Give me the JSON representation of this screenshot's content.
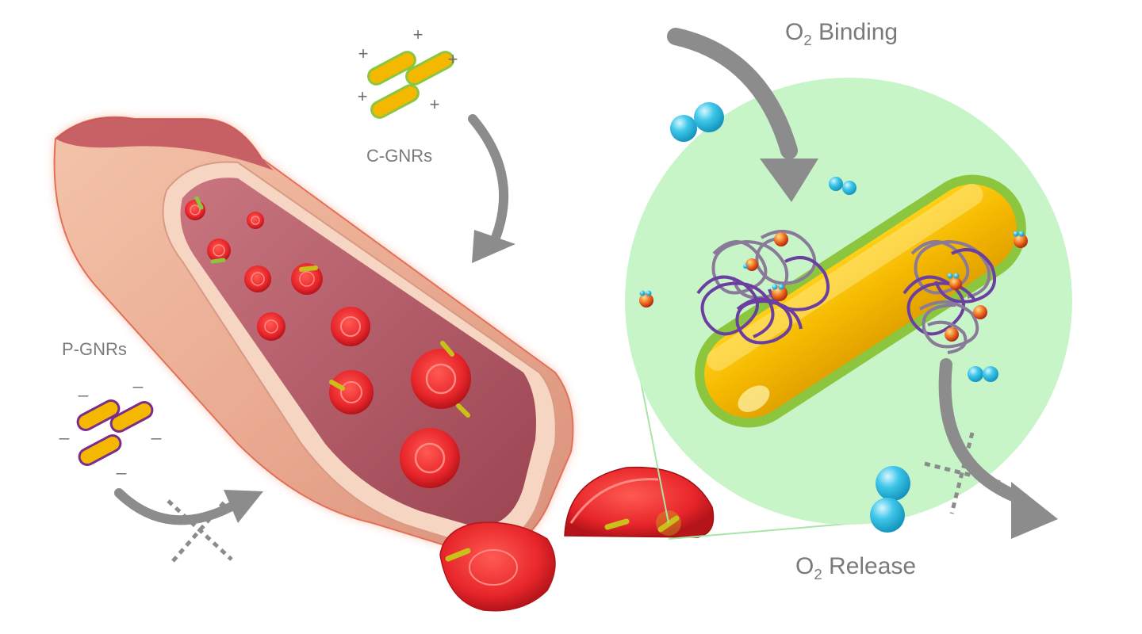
{
  "labels": {
    "c_gnrs": "C-GNRs",
    "p_gnrs": "P-GNRs",
    "o2_binding_pre": "O",
    "o2_binding_sub": "2",
    "o2_binding_post": " Binding",
    "o2_release_pre": "O",
    "o2_release_sub": "2",
    "o2_release_post": " Release"
  },
  "charges": {
    "positive": "+",
    "negative": "_"
  },
  "colors": {
    "vessel_outer": "#e8a78e",
    "vessel_inner": "#b85a66",
    "vessel_glow": "#f08a6a",
    "rbc": "#e8262b",
    "rbc_dark": "#b4141a",
    "rod_gold": "#f5b800",
    "rod_green_border": "#8cc63f",
    "rod_purple_border": "#7b2d8e",
    "zoom_circle": "#c8f5c8",
    "arrow_gray": "#8c8c8c",
    "oxygen_blue": "#29b6d9",
    "polymer_purple": "#6b3fa0",
    "polymer_gray": "#8a7a9a",
    "heme_orange": "#f07020",
    "label_gray": "#7a7a7a"
  }
}
